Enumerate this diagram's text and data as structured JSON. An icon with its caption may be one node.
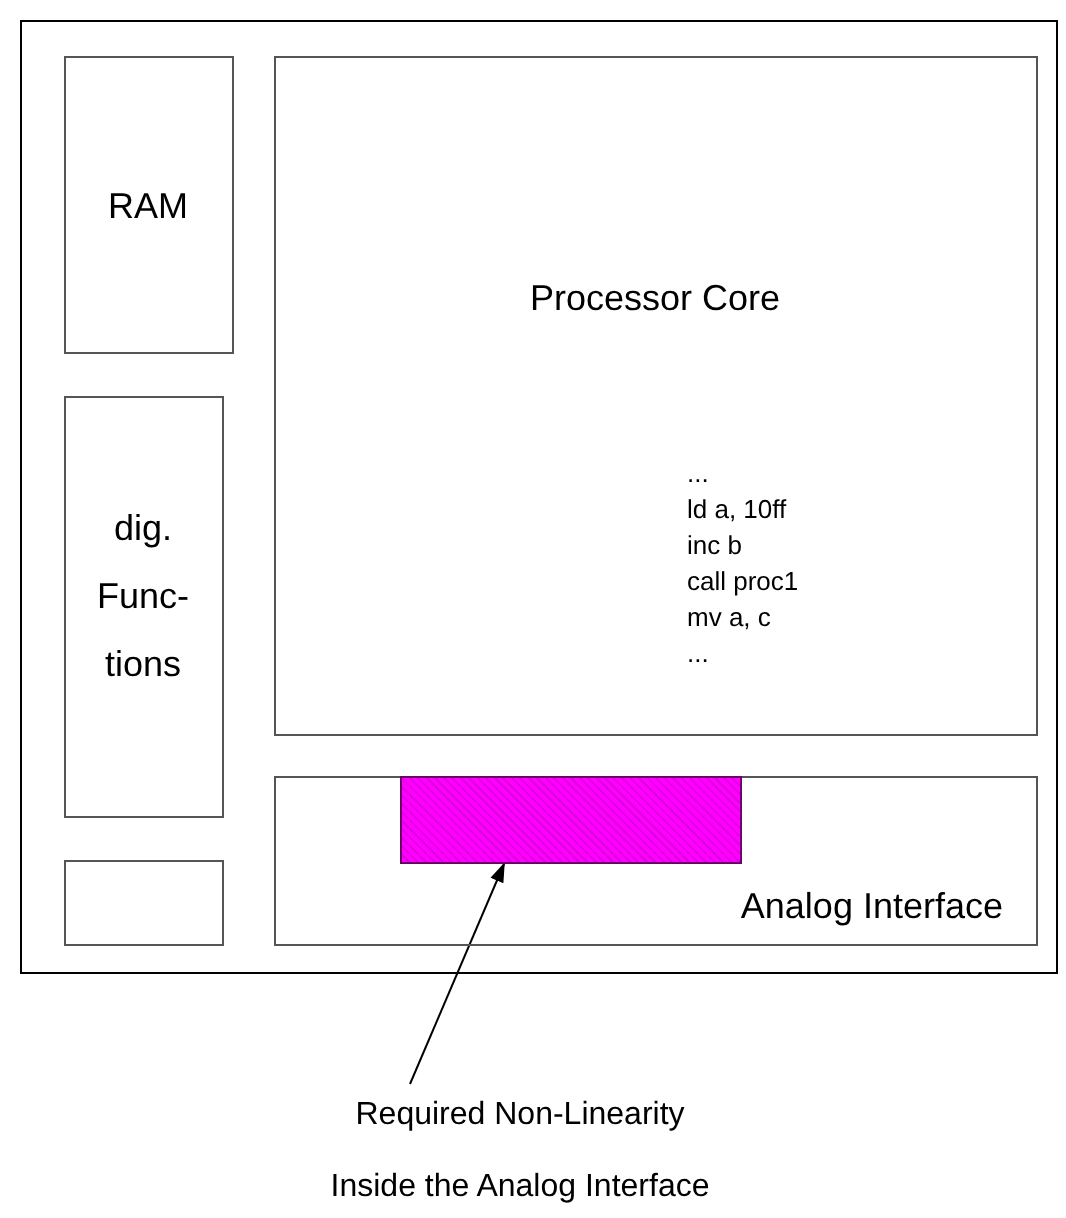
{
  "diagram": {
    "nodes": [
      {
        "text": [],
        "shape": "box"
      },
      {
        "text": [
          "RAM"
        ],
        "in": 0
      },
      {
        "text": [
          "Processor Core",
          "...",
          "ld a, 10ff",
          "inc b",
          "call proc1",
          "mv a, c",
          "..."
        ],
        "in": 0
      },
      {
        "text": [
          "dig. Func-tions"
        ],
        "in": 0
      },
      {
        "text": [],
        "shape": "box",
        "in": 0
      },
      {
        "text": [
          "Analog Interface"
        ],
        "in": 0
      },
      {
        "text": [],
        "shape": "box",
        "in": 5
      },
      {
        "text": [
          "Required Non-Linearity Inside the Analog Interface"
        ]
      }
    ],
    "edges": [
      {
        "from": 7,
        "to": 6,
        "arrow": "to"
      }
    ]
  }
}
